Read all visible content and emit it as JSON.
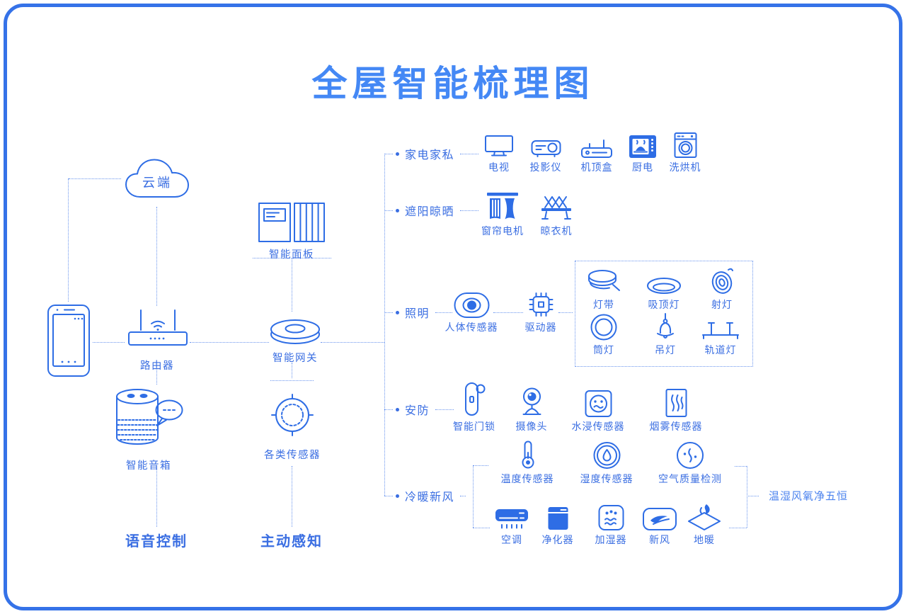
{
  "title": "全屋智能梳理图",
  "colors": {
    "primary": "#2e6de5",
    "text": "#3a6ee2",
    "line": "#6a95ee",
    "title": "#4488f5",
    "annotation": "#4a82ee"
  },
  "left": {
    "cloud_label": "云端",
    "router_label": "路由器",
    "speaker_label": "智能音箱",
    "voice_label": "语音控制",
    "panel_label": "智能面板",
    "gateway_label": "智能网关",
    "sensors_label": "各类传感器",
    "sense_label": "主动感知"
  },
  "branches": [
    {
      "label": "家电家私",
      "items": [
        {
          "icon": "tv-icon",
          "label": "电视"
        },
        {
          "icon": "projector-icon",
          "label": "投影仪"
        },
        {
          "icon": "settop-box-icon",
          "label": "机顶盒"
        },
        {
          "icon": "kitchen-appliance-icon",
          "label": "厨电"
        },
        {
          "icon": "washer-dryer-icon",
          "label": "洗烘机"
        }
      ]
    },
    {
      "label": "遮阳晾晒",
      "items": [
        {
          "icon": "curtain-motor-icon",
          "label": "窗帘电机"
        },
        {
          "icon": "drying-rack-icon",
          "label": "晾衣机"
        }
      ]
    },
    {
      "label": "照明",
      "items": [
        {
          "icon": "motion-sensor-icon",
          "label": "人体传感器"
        },
        {
          "icon": "driver-chip-icon",
          "label": "驱动器"
        }
      ],
      "lights": [
        {
          "icon": "strip-light-icon",
          "label": "灯带"
        },
        {
          "icon": "ceiling-light-icon",
          "label": "吸顶灯"
        },
        {
          "icon": "spotlight-icon",
          "label": "射灯"
        },
        {
          "icon": "downlight-icon",
          "label": "筒灯"
        },
        {
          "icon": "pendant-light-icon",
          "label": "吊灯"
        },
        {
          "icon": "track-light-icon",
          "label": "轨道灯"
        }
      ]
    },
    {
      "label": "安防",
      "items": [
        {
          "icon": "door-lock-icon",
          "label": "智能门锁"
        },
        {
          "icon": "camera-icon",
          "label": "摄像头"
        },
        {
          "icon": "water-leak-sensor-icon",
          "label": "水浸传感器"
        },
        {
          "icon": "smoke-sensor-icon",
          "label": "烟雾传感器"
        }
      ]
    },
    {
      "label": "冷暖新风",
      "sensor_items": [
        {
          "icon": "temperature-sensor-icon",
          "label": "温度传感器"
        },
        {
          "icon": "humidity-sensor-icon",
          "label": "湿度传感器"
        },
        {
          "icon": "air-quality-icon",
          "label": "空气质量检测"
        }
      ],
      "device_items": [
        {
          "icon": "air-conditioner-icon",
          "label": "空调"
        },
        {
          "icon": "purifier-icon",
          "label": "净化器"
        },
        {
          "icon": "humidifier-icon",
          "label": "加湿器"
        },
        {
          "icon": "fresh-air-icon",
          "label": "新风"
        },
        {
          "icon": "floor-heating-icon",
          "label": "地暖"
        }
      ],
      "annotation": "温湿风氧净五恒"
    }
  ]
}
